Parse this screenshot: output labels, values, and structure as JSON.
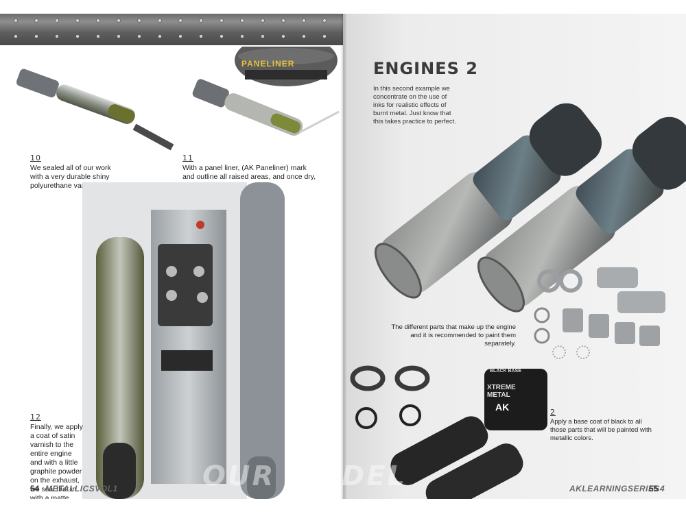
{
  "left_page": {
    "steps": [
      {
        "num": "10",
        "text": "We sealed all of our work with a very durable shiny polyurethane varnish."
      },
      {
        "num": "11",
        "text": "With a panel liner, (AK Paneliner) mark and outline all raised areas, and once dry, blend the product outwards in order to create the effect of shadows."
      },
      {
        "num": "12",
        "text": "Finally, we apply a coat of satin varnish to the entire engine and with a little graphite powder on the exhaust, we seal that in with a matte varnish."
      }
    ],
    "jar_label": "PANELINER",
    "page_number": "54",
    "series_title": "METALLICSVOL1"
  },
  "right_page": {
    "title": "ENGINES 2",
    "intro": "In this second example we concentrate on the use of inks for realistic effects of burnt metal. Just know that this takes practice to perfect.",
    "caption_parts": "The different parts that make up the engine and it is recommended to paint them separately.",
    "step_num": "2",
    "caption_black": "Apply a base coat of black to all those parts that will be painted with metallic colors.",
    "jar_label": "XTREME METAL",
    "jar_cap": "BLACK BASE",
    "brand": "AK",
    "series_title": "AKLEARNINGSERIES4",
    "page_number": "55"
  },
  "watermark": "OUR MODEL",
  "colors": {
    "banner": "#6b6b6b",
    "text": "#333333",
    "background": "#ffffff"
  }
}
